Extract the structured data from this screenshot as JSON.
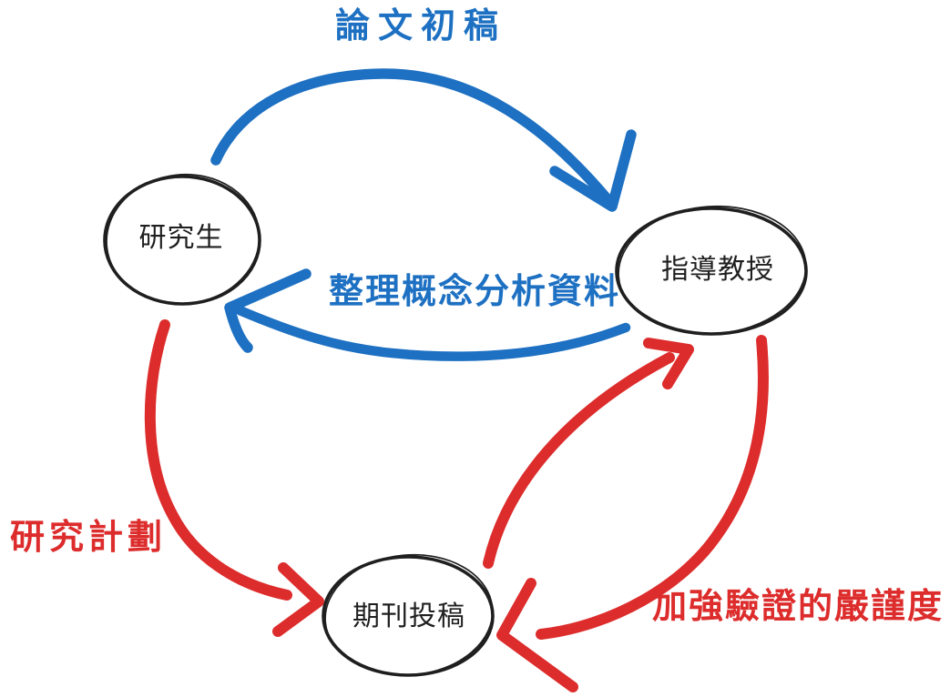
{
  "diagram": {
    "background": "#ffffff",
    "colors": {
      "blue": "#1d70c2",
      "red": "#dd2c2c",
      "ink": "#1f1f1f"
    },
    "nodes": [
      {
        "label": "研究生"
      },
      {
        "label": "指導教授"
      },
      {
        "label": "期刊投稿"
      }
    ],
    "edges": [
      {
        "label": "論文初稿",
        "color": "blue",
        "from": "研究生",
        "to": "指導教授"
      },
      {
        "label": "整理概念分析資料",
        "color": "blue",
        "from": "指導教授",
        "to": "研究生"
      },
      {
        "label": "研究計劃",
        "color": "red",
        "from": "研究生",
        "to": "期刊投稿"
      },
      {
        "label": "",
        "color": "red",
        "from": "期刊投稿",
        "to": "指導教授"
      },
      {
        "label": "加強驗證的嚴謹度",
        "color": "red",
        "from": "指導教授",
        "to": "期刊投稿"
      }
    ]
  }
}
